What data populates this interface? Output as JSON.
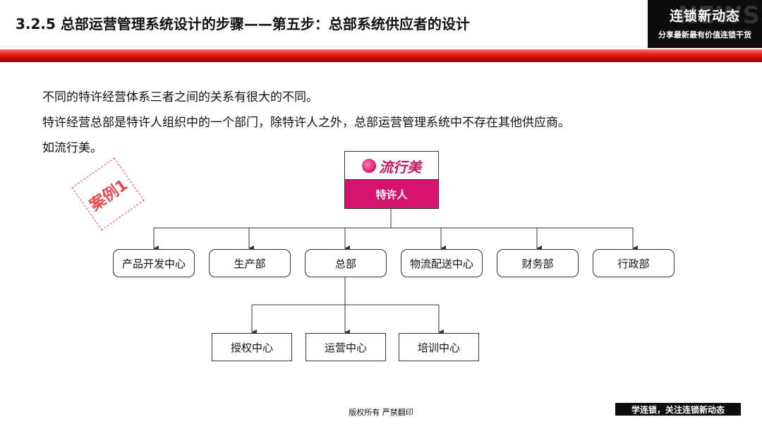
{
  "header": {
    "title": "3.2.5 总部运营管理系统设计的步骤——第五步：总部系统供应者的设计",
    "brand_title": "连锁新动态",
    "brand_slogan": "分享最新最有价值连锁干货",
    "brand_watermark": "NEWS"
  },
  "body": {
    "line1": "不同的特许经营体系三者之间的关系有很大的不同。",
    "line2": "特许经营总部是特许人组织中的一个部门，除特许人之外，总部运营管理系统中不存在其他供应商。",
    "line3": "如流行美。"
  },
  "stamp": {
    "text": "案例1"
  },
  "org_chart": {
    "logo_text": "流行美",
    "root": "特许人",
    "departments": [
      "产品开发中心",
      "生产部",
      "总部",
      "物流配送中心",
      "财务部",
      "行政部"
    ],
    "hq_children": [
      "授权中心",
      "运营中心",
      "培训中心"
    ]
  },
  "footer": {
    "copyright": "版权所有 严禁翻印",
    "banner": "学连锁，关注连锁新动态"
  },
  "colors": {
    "accent_red": "#e01616",
    "franchisor_magenta": "#d5126c",
    "stamp_red": "#e94a4a",
    "brand_black": "#0d0d0d"
  }
}
